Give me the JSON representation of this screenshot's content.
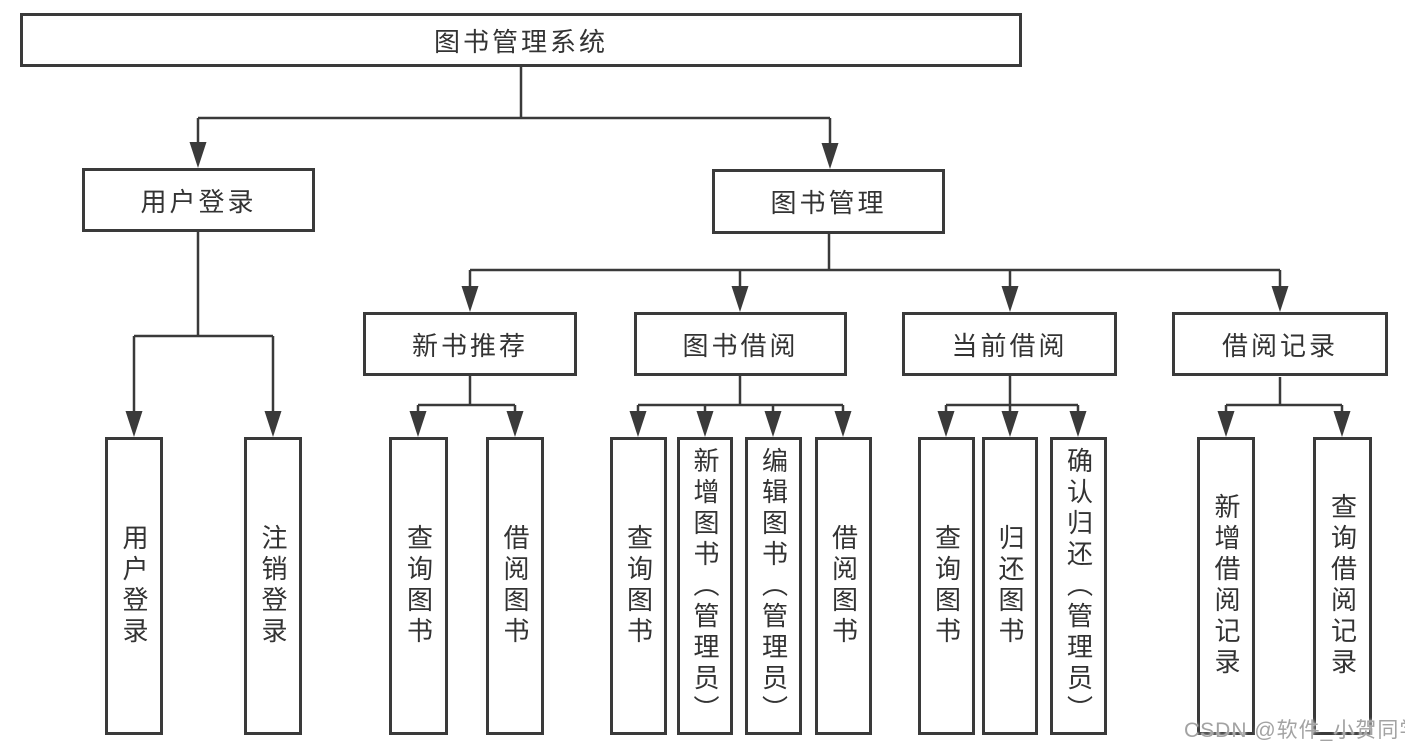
{
  "diagram": {
    "root": "图书管理系统",
    "branches": [
      {
        "label": "用户登录",
        "children": [
          "用户登录",
          "注销登录"
        ]
      },
      {
        "label": "图书管理",
        "sections": [
          {
            "label": "新书推荐",
            "children": [
              "查询图书",
              "借阅图书"
            ]
          },
          {
            "label": "图书借阅",
            "children": [
              "查询图书",
              "新增图书（管理员）",
              "编辑图书（管理员）",
              "借阅图书"
            ]
          },
          {
            "label": "当前借阅",
            "children": [
              "查询图书",
              "归还图书",
              "确认归还（管理员）"
            ]
          },
          {
            "label": "借阅记录",
            "children": [
              "新增借阅记录",
              "查询借阅记录"
            ]
          }
        ]
      }
    ]
  },
  "watermark": "CSDN @软件_小贺同学",
  "colors": {
    "line": "#3a3a3a",
    "text": "#333333",
    "background": "#ffffff",
    "watermark": "#a3a3a3"
  }
}
